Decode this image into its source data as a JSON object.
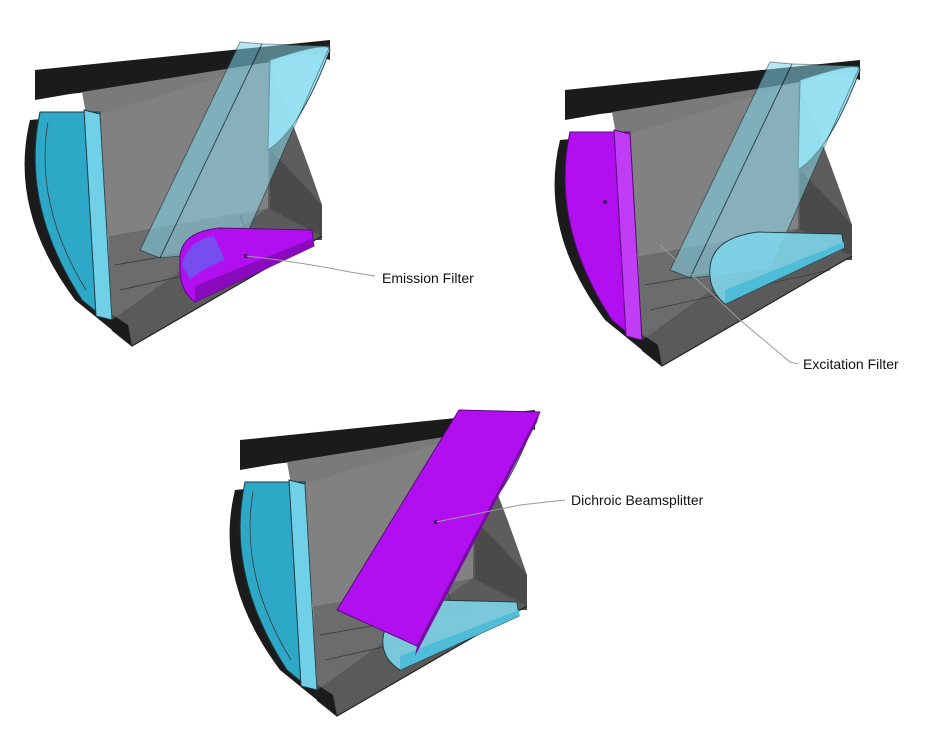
{
  "colors": {
    "black_top": "#1b1b1b",
    "grey_body": "#6b6b6b",
    "grey_light": "#8c8c8c",
    "grey_dark": "#454545",
    "cyan": "#2ea8c7",
    "cyan_light": "#9fe3f3",
    "cyan_glass": "#7fd5ea",
    "magenta": "#b10ff0",
    "magenta_dark": "#8a0bbd",
    "leader": "#9a9a9a"
  },
  "cubes": [
    {
      "id": "cube-top-left",
      "highlight": "emission-filter"
    },
    {
      "id": "cube-top-right",
      "highlight": "excitation-filter"
    },
    {
      "id": "cube-bottom-center",
      "highlight": "dichroic-beamsplitter"
    }
  ],
  "labels": {
    "emission": "Emission Filter",
    "excitation": "Excitation Filter",
    "dichroic": "Dichroic Beamsplitter"
  }
}
